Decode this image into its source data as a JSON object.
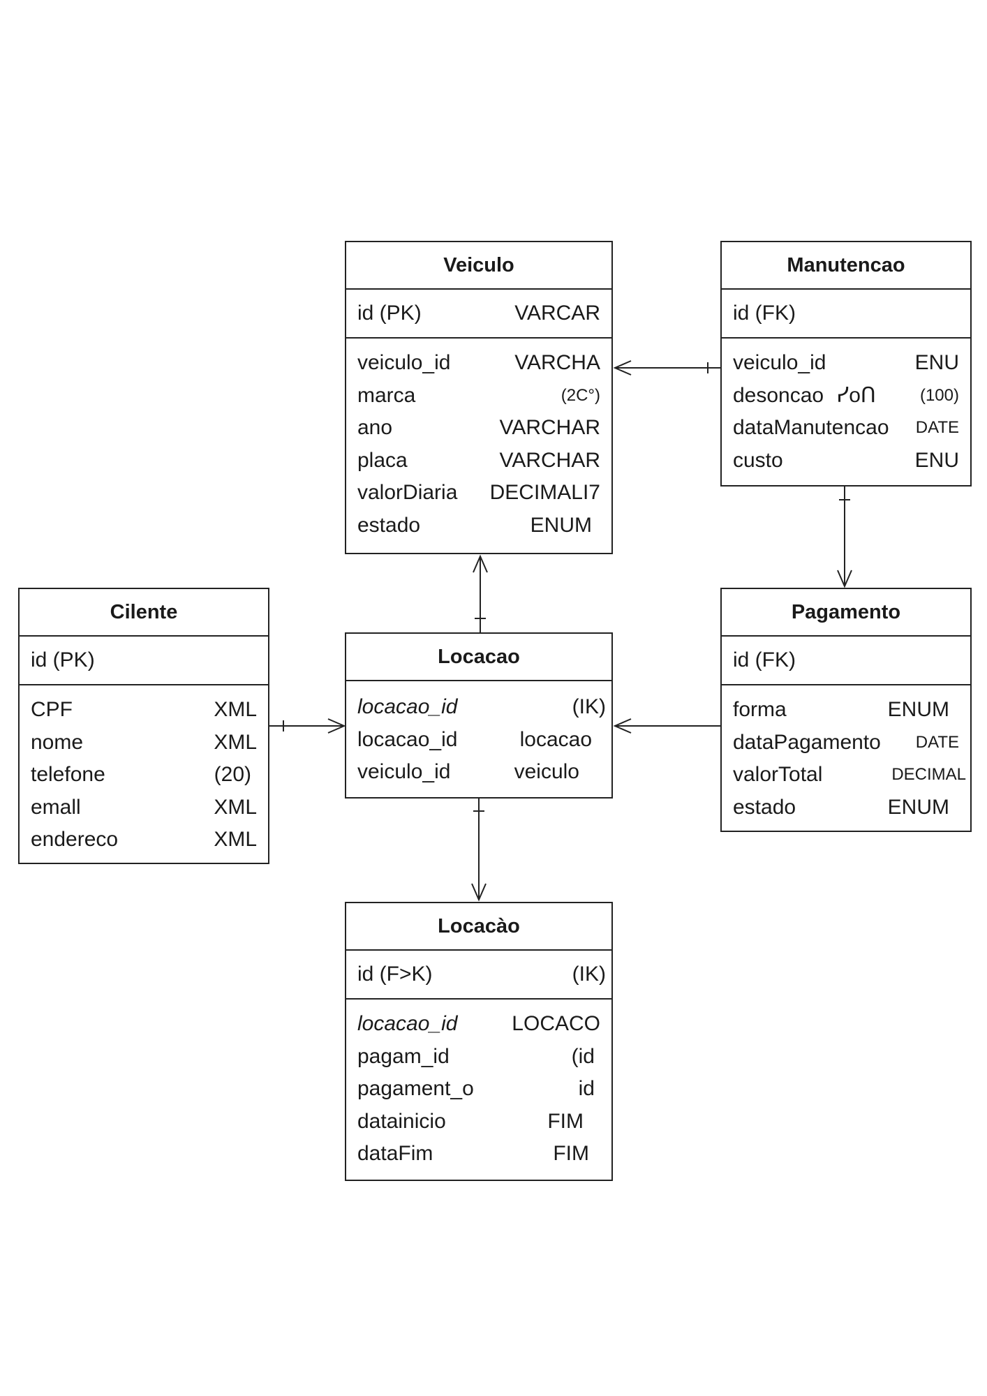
{
  "colors": {
    "line": "#222222",
    "text": "#1a1a1a",
    "background": "#ffffff"
  },
  "entities": {
    "veiculo": {
      "title": "Veiculo",
      "key_name": "id  (PK)",
      "key_type": "VARCAR",
      "fields": [
        {
          "name": "veiculo_id",
          "type": "VARCHA"
        },
        {
          "name": "marca",
          "type": "(2C°)"
        },
        {
          "name": "ano",
          "type": "VARCHAR"
        },
        {
          "name": "placa",
          "type": "VARCHAR"
        },
        {
          "name": "valorDiaria",
          "type": "DECIMALI7"
        },
        {
          "name": "estado",
          "type": "ENUM"
        }
      ]
    },
    "manutencao": {
      "title": "Manutencao",
      "key_name": "id  (FK)",
      "key_type": "",
      "fields": [
        {
          "name": "veiculo_id",
          "type": "ENU"
        },
        {
          "name": "desoncao",
          "mid": "ᓯoᑎ",
          "type": "(100)"
        },
        {
          "name": "dataManutencao",
          "type": "DATE"
        },
        {
          "name": "custo",
          "type": "ENU"
        }
      ]
    },
    "cliente": {
      "title": "Cilente",
      "key_name": "id  (PK)",
      "key_type": "",
      "fields": [
        {
          "name": "CPF",
          "type": "XML"
        },
        {
          "name": "nome",
          "type": "XML"
        },
        {
          "name": "telefone",
          "type": "(20)"
        },
        {
          "name": "emall",
          "type": "XML"
        },
        {
          "name": "endereco",
          "type": "XML"
        }
      ]
    },
    "locacao": {
      "title": "Locacao",
      "fields": [
        {
          "name": "locacao_id",
          "type": "(IK)"
        },
        {
          "name": "locacao_id",
          "type": "locacao"
        },
        {
          "name": "veiculo_id",
          "type": "veiculo"
        }
      ]
    },
    "pagamento": {
      "title": "Pagamento",
      "key_name": "id  (FK)",
      "key_type": "",
      "fields": [
        {
          "name": "forma",
          "type": "ENUM"
        },
        {
          "name": "dataPagamento",
          "type": "DATE"
        },
        {
          "name": "valorTotal",
          "type": "DECIMAL"
        },
        {
          "name": "estado",
          "type": "ENUM"
        }
      ]
    },
    "locacao2": {
      "title": "Locacào",
      "key_name": "id (F>K)",
      "key_type": "(IK)",
      "fields": [
        {
          "name": "locacao_id",
          "type": "LOCACO"
        },
        {
          "name": "pagam_id",
          "type": "(id"
        },
        {
          "name": "pagament_o",
          "type": "id"
        },
        {
          "name": "datainicio",
          "type": "FIM"
        },
        {
          "name": "dataFim",
          "type": "FIM"
        }
      ]
    }
  }
}
